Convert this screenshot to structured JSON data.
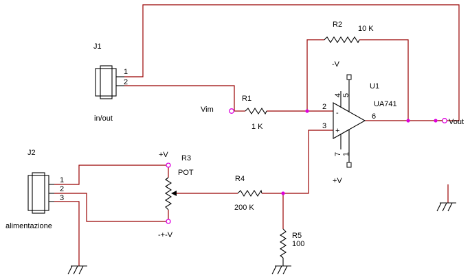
{
  "connectors": {
    "j1": {
      "ref": "J1",
      "label": "in/out",
      "pins": [
        "1",
        "2"
      ]
    },
    "j2": {
      "ref": "J2",
      "label": "alimentazione",
      "pins": [
        "1",
        "2",
        "3"
      ]
    }
  },
  "resistors": {
    "r1": {
      "ref": "R1",
      "value": "1 K"
    },
    "r2": {
      "ref": "R2",
      "value": "10 K"
    },
    "r4": {
      "ref": "R4",
      "value": "200 K"
    },
    "r5": {
      "ref": "R5",
      "value": "100"
    }
  },
  "pot": {
    "ref": "R3",
    "value": "POT",
    "top": "+V",
    "bottom": "-+-V"
  },
  "opamp": {
    "ref": "U1",
    "part": "UA741",
    "minus": "-",
    "plus": "+",
    "pins": {
      "inv": "2",
      "noninv": "3",
      "out": "6",
      "vneg": "4",
      "vpos": "7",
      "n5": "5",
      "n1": "1"
    }
  },
  "supplies": {
    "neg": "-V",
    "pos": "+V"
  },
  "nets": {
    "vim": "Vim",
    "vout": "Vout"
  },
  "colors": {
    "wire": "#990000",
    "node": "#dd00dd",
    "symbol": "#000000"
  }
}
